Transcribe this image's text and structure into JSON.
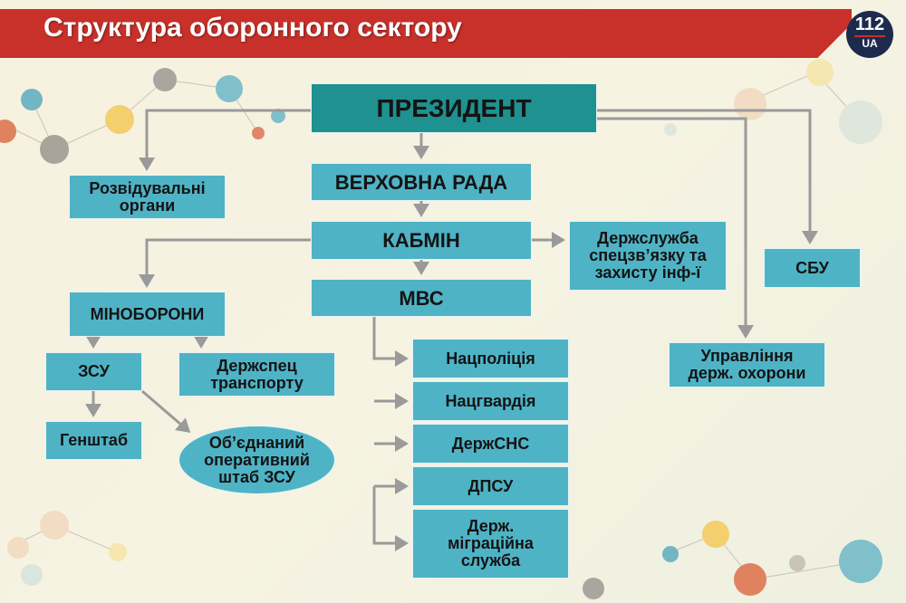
{
  "header": {
    "title": "Структура оборонного сектору",
    "logo": {
      "number": "112",
      "suffix": "UA"
    }
  },
  "nodes": {
    "president": "ПРЕЗИДЕНТ",
    "parliament": "ВЕРХОВНА РАДА",
    "cabinet": "КАБМІН",
    "mvs": "МВС",
    "intelligence": "Розвідувальні\nоргани",
    "special_comms": "Держслужба\nспецзв’язку та\nзахисту інф-ї",
    "sbu": "СБУ",
    "state_guard": "Управління\nдерж. охорони",
    "defense_ministry": "МІНОБОРОНИ",
    "zsu": "ЗСУ",
    "special_transport": "Держспец\nтранспорту",
    "general_staff": "Генштаб",
    "joint_hq": "Об’єднаний\nоперативний\nштаб ЗСУ",
    "national_police": "Нацполіція",
    "national_guard": "Нацгвардія",
    "emergency_service": "ДержСНС",
    "border_service": "ДПСУ",
    "migration_service": "Держ.\nміграційна\nслужба"
  },
  "colors": {
    "banner": "#c8302a",
    "president": "#1f9191",
    "box": "#4fb3c6",
    "connector": "#9a9a9a"
  }
}
